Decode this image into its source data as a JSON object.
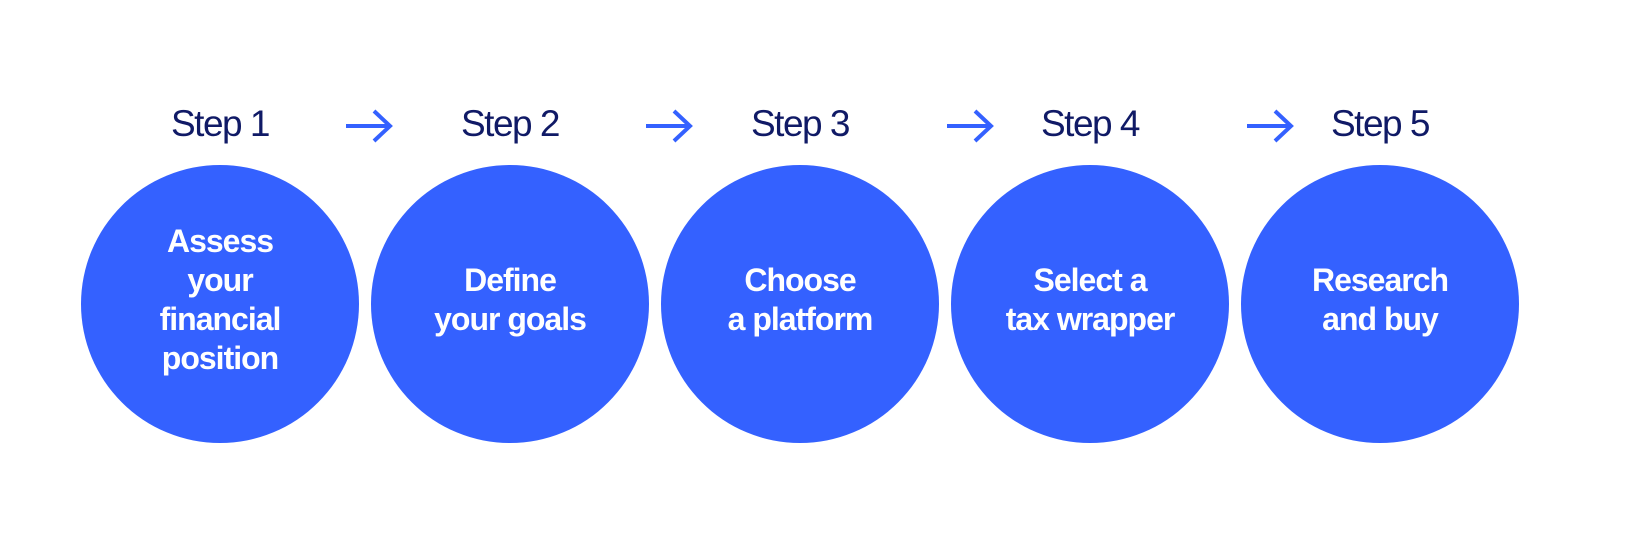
{
  "colors": {
    "circle": "#3461ff",
    "arrow": "#3461ff",
    "step_label": "#101a66",
    "circle_text": "#ffffff",
    "background": "#ffffff"
  },
  "icons": {
    "connector": "arrow-right-icon"
  },
  "steps": [
    {
      "label": "Step 1",
      "text": "Assess\nyour\nfinancial\nposition"
    },
    {
      "label": "Step 2",
      "text": "Define\nyour goals"
    },
    {
      "label": "Step 3",
      "text": "Choose\na platform"
    },
    {
      "label": "Step 4",
      "text": "Select a\ntax wrapper"
    },
    {
      "label": "Step 5",
      "text": "Research\nand buy"
    }
  ]
}
